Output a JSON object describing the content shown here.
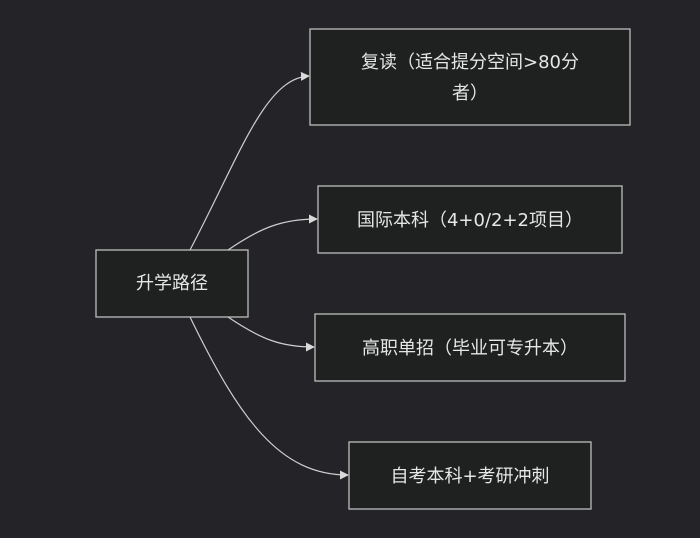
{
  "diagram": {
    "root": {
      "label": "升学路径"
    },
    "options": [
      {
        "label_lines": [
          "复读（适合提分空间>80分",
          "者）"
        ]
      },
      {
        "label_lines": [
          "国际本科（4+0/2+2项目）"
        ]
      },
      {
        "label_lines": [
          "高职单招（毕业可专升本）"
        ]
      },
      {
        "label_lines": [
          "自考本科+考研冲刺"
        ]
      }
    ]
  }
}
